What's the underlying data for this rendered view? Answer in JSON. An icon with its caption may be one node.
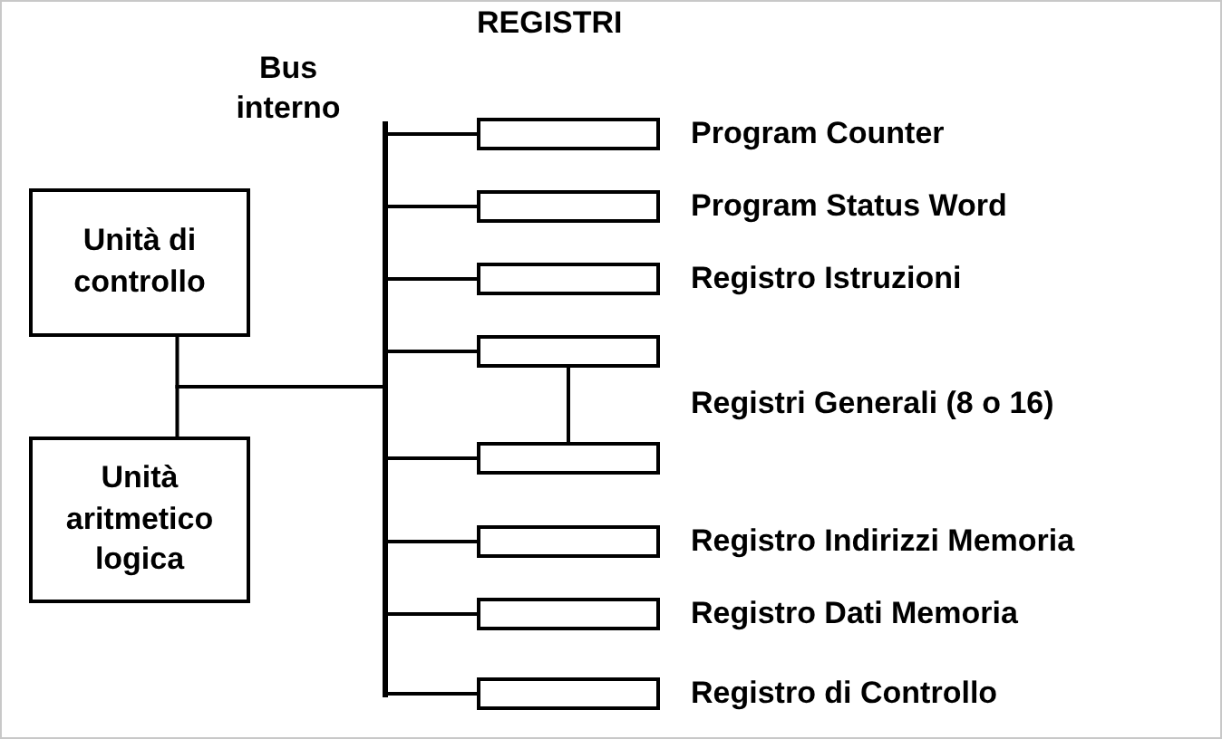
{
  "diagram": {
    "nodes": [
      {
        "text": [
          "Unità di controllo"
        ]
      },
      {
        "text": [
          "Unità aritmetico logica"
        ]
      },
      {
        "text": [],
        "shape": "bar",
        "beside": [
          "Bus interno"
        ]
      },
      {
        "text": [],
        "shape": "box",
        "beside": [
          "Program Counter"
        ]
      },
      {
        "text": [],
        "shape": "box",
        "beside": [
          "Program Status Word"
        ]
      },
      {
        "text": [],
        "shape": "box",
        "beside": [
          "Registro Istruzioni"
        ]
      },
      {
        "text": [],
        "shape": "box"
      },
      {
        "text": [],
        "shape": "box"
      },
      {
        "text": [],
        "shape": "box",
        "beside": [
          "Registro Indirizzi Memoria"
        ]
      },
      {
        "text": [],
        "shape": "box",
        "beside": [
          "Registro Dati Memoria"
        ]
      },
      {
        "text": [],
        "shape": "box",
        "beside": [
          "Registro di Controllo"
        ]
      }
    ],
    "edges": [
      {
        "from": 0,
        "to": 2,
        "arrow": "none"
      },
      {
        "from": 1,
        "to": 2,
        "arrow": "none"
      },
      {
        "from": 2,
        "to": 3,
        "arrow": "none"
      },
      {
        "from": 2,
        "to": 4,
        "arrow": "none"
      },
      {
        "from": 2,
        "to": 5,
        "arrow": "none"
      },
      {
        "from": 2,
        "to": 6,
        "arrow": "none"
      },
      {
        "from": 2,
        "to": 7,
        "arrow": "none"
      },
      {
        "from": 2,
        "to": 8,
        "arrow": "none"
      },
      {
        "from": 2,
        "to": 9,
        "arrow": "none"
      },
      {
        "from": 2,
        "to": 10,
        "arrow": "none"
      },
      {
        "from": 6,
        "to": 7,
        "arrow": "none"
      }
    ],
    "labels": [
      "REGISTRI",
      "Registri Generali (8 o 16)"
    ]
  }
}
